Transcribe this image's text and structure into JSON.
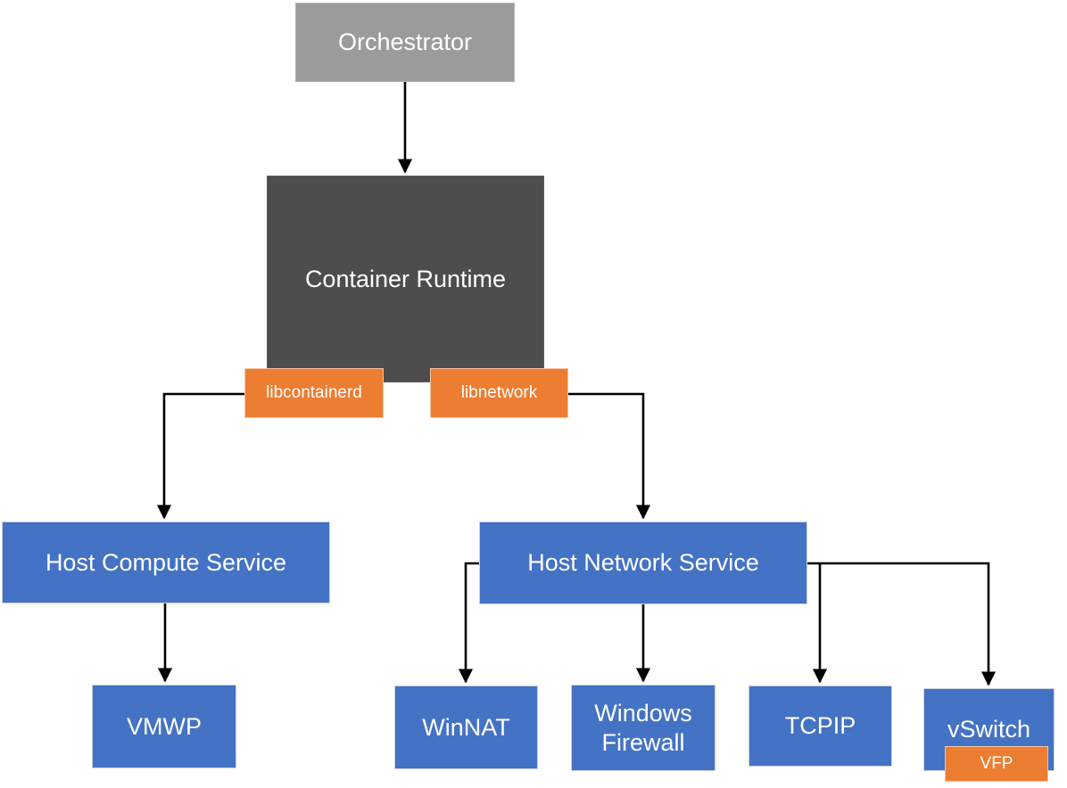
{
  "colors": {
    "gray": "#9B9B9B",
    "dark_gray": "#4D4D4D",
    "orange": "#ED7D31",
    "blue": "#4472C4",
    "line": "#000000",
    "background": "#FFFFFF",
    "text": "#FFFFFF"
  },
  "nodes": {
    "orchestrator": {
      "label": "Orchestrator"
    },
    "container_runtime": {
      "label": "Container Runtime"
    },
    "libcontainerd": {
      "label": "libcontainerd"
    },
    "libnetwork": {
      "label": "libnetwork"
    },
    "host_compute_service": {
      "label": "Host Compute Service"
    },
    "host_network_service": {
      "label": "Host Network Service"
    },
    "vmwp": {
      "label": "VMWP"
    },
    "winnat": {
      "label": "WinNAT"
    },
    "windows_firewall": {
      "label": "Windows Firewall"
    },
    "tcpip": {
      "label": "TCPIP"
    },
    "vswitch": {
      "label": "vSwitch"
    },
    "vfp": {
      "label": "VFP"
    }
  },
  "edges": [
    {
      "from": "orchestrator",
      "to": "container_runtime"
    },
    {
      "from": "libcontainerd",
      "to": "host_compute_service"
    },
    {
      "from": "libnetwork",
      "to": "host_network_service"
    },
    {
      "from": "host_compute_service",
      "to": "vmwp"
    },
    {
      "from": "host_network_service",
      "to": "winnat"
    },
    {
      "from": "host_network_service",
      "to": "windows_firewall"
    },
    {
      "from": "host_network_service",
      "to": "tcpip"
    },
    {
      "from": "host_network_service",
      "to": "vswitch"
    }
  ]
}
